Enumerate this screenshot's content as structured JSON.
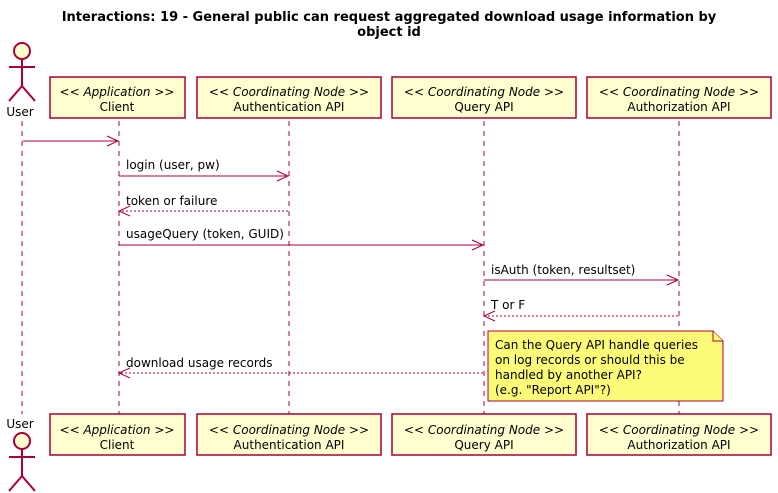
{
  "title": {
    "line1": "Interactions: 19 - General public can request aggregated download usage information by",
    "line2": "object id"
  },
  "actor": {
    "name": "User"
  },
  "participants": [
    {
      "stereotype": "<< Application >>",
      "name": "Client"
    },
    {
      "stereotype": "<< Coordinating Node >>",
      "name": "Authentication API"
    },
    {
      "stereotype": "<< Coordinating Node >>",
      "name": "Query API"
    },
    {
      "stereotype": "<< Coordinating Node >>",
      "name": "Authorization API"
    }
  ],
  "messages": [
    {
      "label": "",
      "from": "User",
      "to": "Client",
      "style": "solid"
    },
    {
      "label": "login (user, pw)",
      "from": "Client",
      "to": "Authentication API",
      "style": "solid"
    },
    {
      "label": "token or failure",
      "from": "Authentication API",
      "to": "Client",
      "style": "dashed"
    },
    {
      "label": "usageQuery (token, GUID)",
      "from": "Client",
      "to": "Query API",
      "style": "solid"
    },
    {
      "label": "isAuth (token, resultset)",
      "from": "Query API",
      "to": "Authorization API",
      "style": "solid"
    },
    {
      "label": "T or F",
      "from": "Authorization API",
      "to": "Query API",
      "style": "dashed"
    },
    {
      "label": "download usage records",
      "from": "Query API",
      "to": "Client",
      "style": "dashed"
    }
  ],
  "note": {
    "lines": [
      "Can the Query API handle queries",
      "on log records or should this be",
      "handled by another API?",
      "(e.g. \"Report API\"?)"
    ]
  },
  "colors": {
    "border": "#A80036",
    "participant_fill": "#FEFECE",
    "note_fill": "#FBFB77"
  }
}
